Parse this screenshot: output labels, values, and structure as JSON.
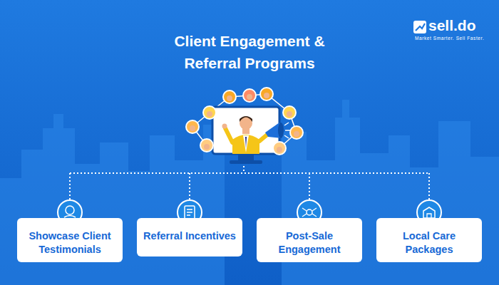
{
  "diagram": {
    "title": "Client Engagement & Referral Programs",
    "nodes": [
      {
        "text": [
          "Showcase Client Testimonials"
        ]
      },
      {
        "text": [
          "Referral Incentives"
        ]
      },
      {
        "text": [
          "Post-Sale Engagement"
        ]
      },
      {
        "text": [
          "Local Care Packages"
        ]
      }
    ],
    "labels": [
      "sell.do",
      "Market Smarter. Sell Faster."
    ]
  }
}
